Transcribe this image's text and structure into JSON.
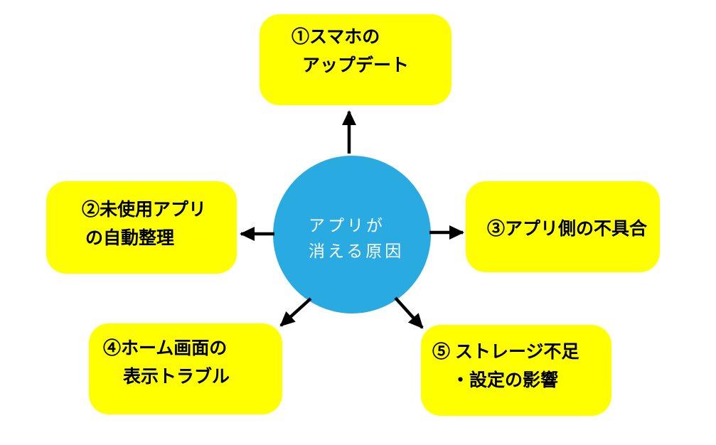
{
  "diagram": {
    "background_color": "#ffffff",
    "arrow_color": "#000000",
    "node_bg_color": "#ffff00",
    "node_text_color": "#000000",
    "center": {
      "bg_color": "#29abe2",
      "text_color": "#ffffff",
      "lines": [
        "アプリが",
        "消える原因"
      ]
    },
    "nodes": [
      {
        "id": "1",
        "lines": [
          "①スマホの",
          "アップデート"
        ]
      },
      {
        "id": "2",
        "lines": [
          "②未使用アプリ",
          "の自動整理"
        ]
      },
      {
        "id": "3",
        "lines": [
          "③アプリ側の不具合"
        ]
      },
      {
        "id": "4",
        "lines": [
          "④ホーム画面の",
          "表示トラブル"
        ]
      },
      {
        "id": "5",
        "lines": [
          "⑤ ストレージ不足",
          "・設定の影響"
        ]
      }
    ]
  }
}
